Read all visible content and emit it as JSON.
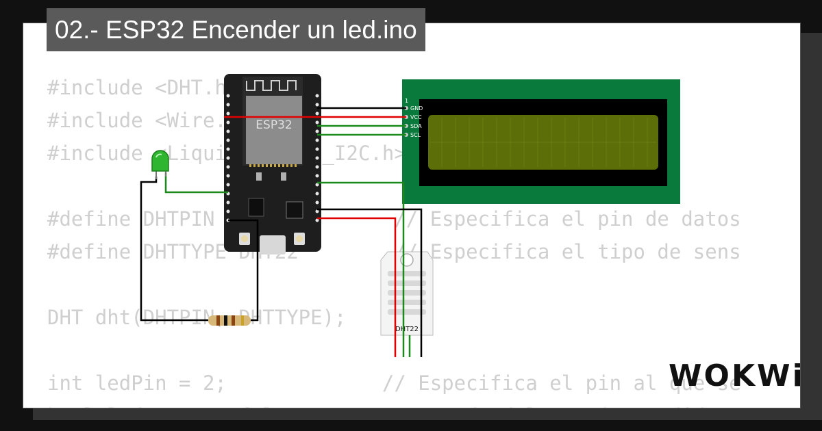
{
  "project_title": "02.- ESP32 Encender un led.ino",
  "code_lines": [
    "#include <DHT.h>",
    "#include <Wire.h>",
    "#include <LiquidCrystal_I2C.h>",
    "",
    "#define DHTPIN 15            // Especifica el pin de datos",
    "#define DHTTYPE DHT22        // Especifica el tipo de sens",
    "",
    "DHT dht(DHTPIN, DHTTYPE);",
    "",
    "int ledPin = 2;             // Especifica el pin al que se",
    "bool ledState = false;      // Estado del LED (encendido"
  ],
  "esp32": {
    "label": "ESP32"
  },
  "lcd": {
    "pin1_label": "1",
    "pins": [
      "GND",
      "VCC",
      "SDA",
      "SCL"
    ]
  },
  "dht": {
    "label": "DHT22"
  },
  "brand": {
    "logo_text": "WOKWi"
  },
  "colors": {
    "background": "#111111",
    "card": "#ffffff",
    "title_bg": "#5a5a5a",
    "lcd_pcb": "#0a7a3c",
    "lcd_screen": "#5b6e08",
    "esp_board": "#1e1e1e",
    "wire_red": "#e00000",
    "wire_green": "#1a8a1a",
    "wire_black": "#000000"
  }
}
